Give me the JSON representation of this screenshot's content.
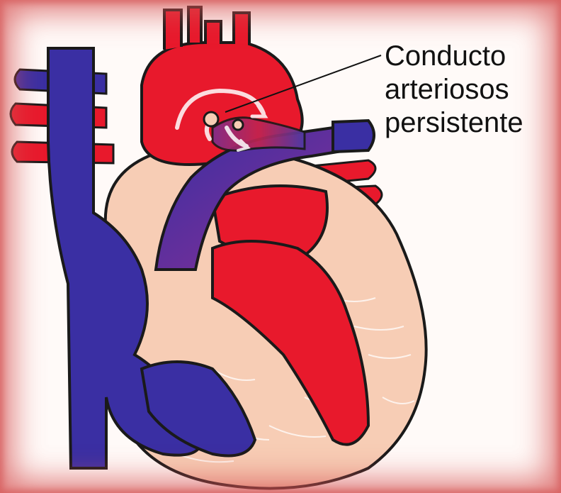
{
  "label": {
    "lines": [
      "Conducto",
      "arteriosos",
      "persistente"
    ]
  },
  "colors": {
    "oxygenated": "#e8192c",
    "deoxygenated": "#3a2fa3",
    "tissue": "#f7cdb5",
    "outline": "#1a1a1a",
    "border_glow": "#d65454"
  }
}
